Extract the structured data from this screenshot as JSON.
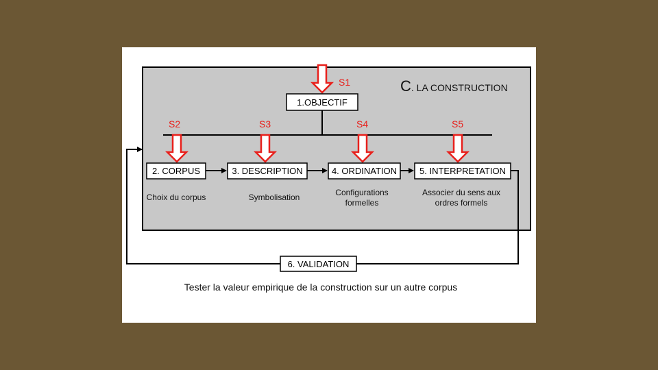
{
  "title": {
    "letter": "C",
    "rest": ". LA CONSTRUCTION"
  },
  "objective": "1.OBJECTIF",
  "steps": [
    {
      "label": "2. CORPUS",
      "caption": "Choix du corpus"
    },
    {
      "label": "3. DESCRIPTION",
      "caption": "Symbolisation"
    },
    {
      "label": "4. ORDINATION",
      "caption": "Configurations formelles"
    },
    {
      "label": "5. INTERPRETATION",
      "caption": "Associer du sens aux ordres formels"
    }
  ],
  "s_labels": [
    "S1",
    "S2",
    "S3",
    "S4",
    "S5"
  ],
  "validation": "6. VALIDATION",
  "footer": "Tester la valeur empirique de la construction sur un autre corpus",
  "colors": {
    "background": "#6b5734",
    "panel": "#c8c8c8",
    "arrow": "#e8201c"
  }
}
